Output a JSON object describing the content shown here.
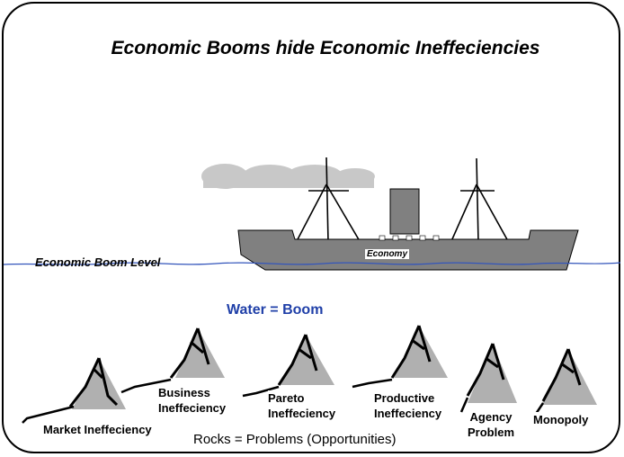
{
  "title": "Economic Booms hide Economic Ineffeciencies",
  "boom_level_label": "Economic Boom Level",
  "ship_label": "Economy",
  "water_label": "Water = Boom",
  "rocks_caption": "Rocks = Problems (Opportunities)",
  "rocks": [
    {
      "label": "Market Ineffeciency"
    },
    {
      "label": "Business\nIneffeciency"
    },
    {
      "label": "Pareto\nIneffeciency"
    },
    {
      "label": "Productive\nIneffeciency"
    },
    {
      "label": "Agency\nProblem"
    },
    {
      "label": "Monopoly"
    }
  ],
  "colors": {
    "water_line": "#3355bb",
    "ship": "#808080",
    "smoke": "#c8c8c8",
    "water_text": "#1f3fa8",
    "rock_shadow": "#b0b0b0"
  }
}
